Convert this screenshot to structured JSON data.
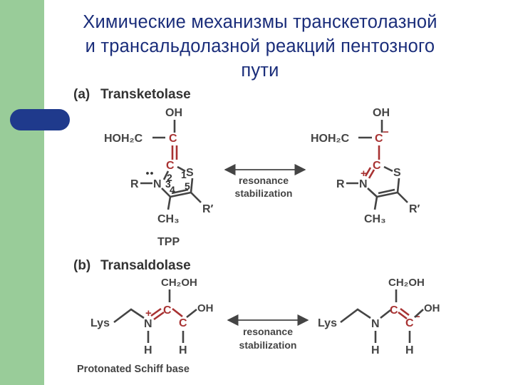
{
  "slide": {
    "title_lines": [
      "Химические механизмы транскетолазной",
      "и трансальдолазной реакций пентозного",
      "пути"
    ]
  },
  "panel_a": {
    "label": "(a)",
    "heading": "Transketolase",
    "resonance_line1": "resonance",
    "resonance_line2": "stabilization",
    "cofactor_label": "TPP",
    "ring_numbers": [
      "2",
      "1",
      "3",
      "4",
      "5"
    ],
    "atoms": {
      "oh": "OH",
      "hoh2c": "HOH₂C",
      "c": "C",
      "s": "S",
      "n": "N",
      "r": "R",
      "r_prime": "R′",
      "ch3": "CH₃",
      "charge_minus": "−",
      "charge_plus": "+"
    }
  },
  "panel_b": {
    "label": "(b)",
    "heading": "Transaldolase",
    "resonance_line1": "resonance",
    "resonance_line2": "stabilization",
    "caption": "Protonated Schiff base",
    "atoms": {
      "ch2oh": "CH₂OH",
      "lys": "Lys",
      "n": "N",
      "c": "C",
      "oh": "OH",
      "h": "H",
      "charge_minus": "−",
      "charge_plus": "+"
    }
  },
  "colors": {
    "title": "#1a2d7a",
    "side_bar": "#99cc99",
    "pill": "#1f3a8c",
    "highlight_red": "#a83232",
    "structure_gray": "#444444"
  }
}
